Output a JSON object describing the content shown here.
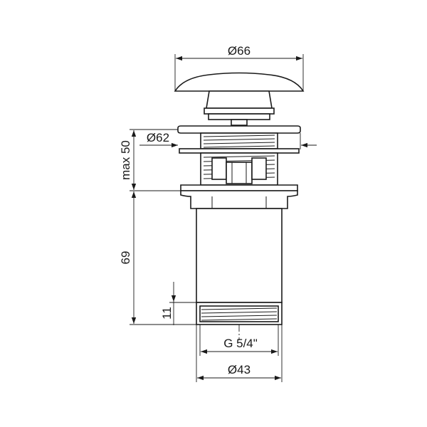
{
  "drawing": {
    "colors": {
      "line": "#1a1a1a",
      "background": "#ffffff"
    },
    "dimensions": {
      "cap_diameter": "Ø66",
      "flange_diameter": "Ø62",
      "max_height": "max 50",
      "body_height": "69",
      "thread_length": "11",
      "thread_size": "G 5/4\"",
      "body_diameter": "Ø43"
    }
  }
}
